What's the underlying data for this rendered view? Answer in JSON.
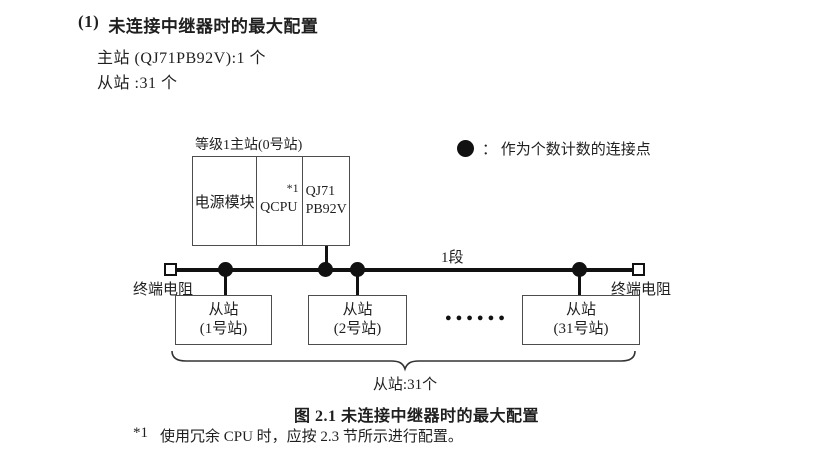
{
  "page": {
    "heading_index": "(1)",
    "heading_title": "未连接中继器时的最大配置",
    "spec_master": "主站 (QJ71PB92V):1 个",
    "spec_slave": "从站 :31 个"
  },
  "diagram": {
    "master": {
      "label": "等级1主站(0号站)",
      "cell_power": "电源模块",
      "cell_cpu": "QCPU",
      "cpu_note_ref": "*1",
      "cell_pb_line1": "QJ71",
      "cell_pb_line2": "PB92V"
    },
    "legend": {
      "icon": "filled-circle",
      "text": "： 作为个数计数的连接点"
    },
    "segment_label": "1段",
    "terminator_left": "终端电阻",
    "terminator_right": "终端电阻",
    "slaves": [
      {
        "line1": "从站",
        "line2": "(1号站)"
      },
      {
        "line1": "从站",
        "line2": "(2号站)"
      },
      {
        "line1": "从站",
        "line2": "(31号站)"
      }
    ],
    "ellipsis": "●●●●●●",
    "brace_label": "从站:31个"
  },
  "caption": "图 2.1 未连接中继器时的最大配置",
  "footnote": {
    "ref": "*1",
    "text": "使用冗余 CPU 时，应按 2.3 节所示进行配置。"
  },
  "colors": {
    "line": "#111111",
    "box_border": "#4d4d4d",
    "text": "#1f1f1f",
    "background": "#ffffff"
  }
}
